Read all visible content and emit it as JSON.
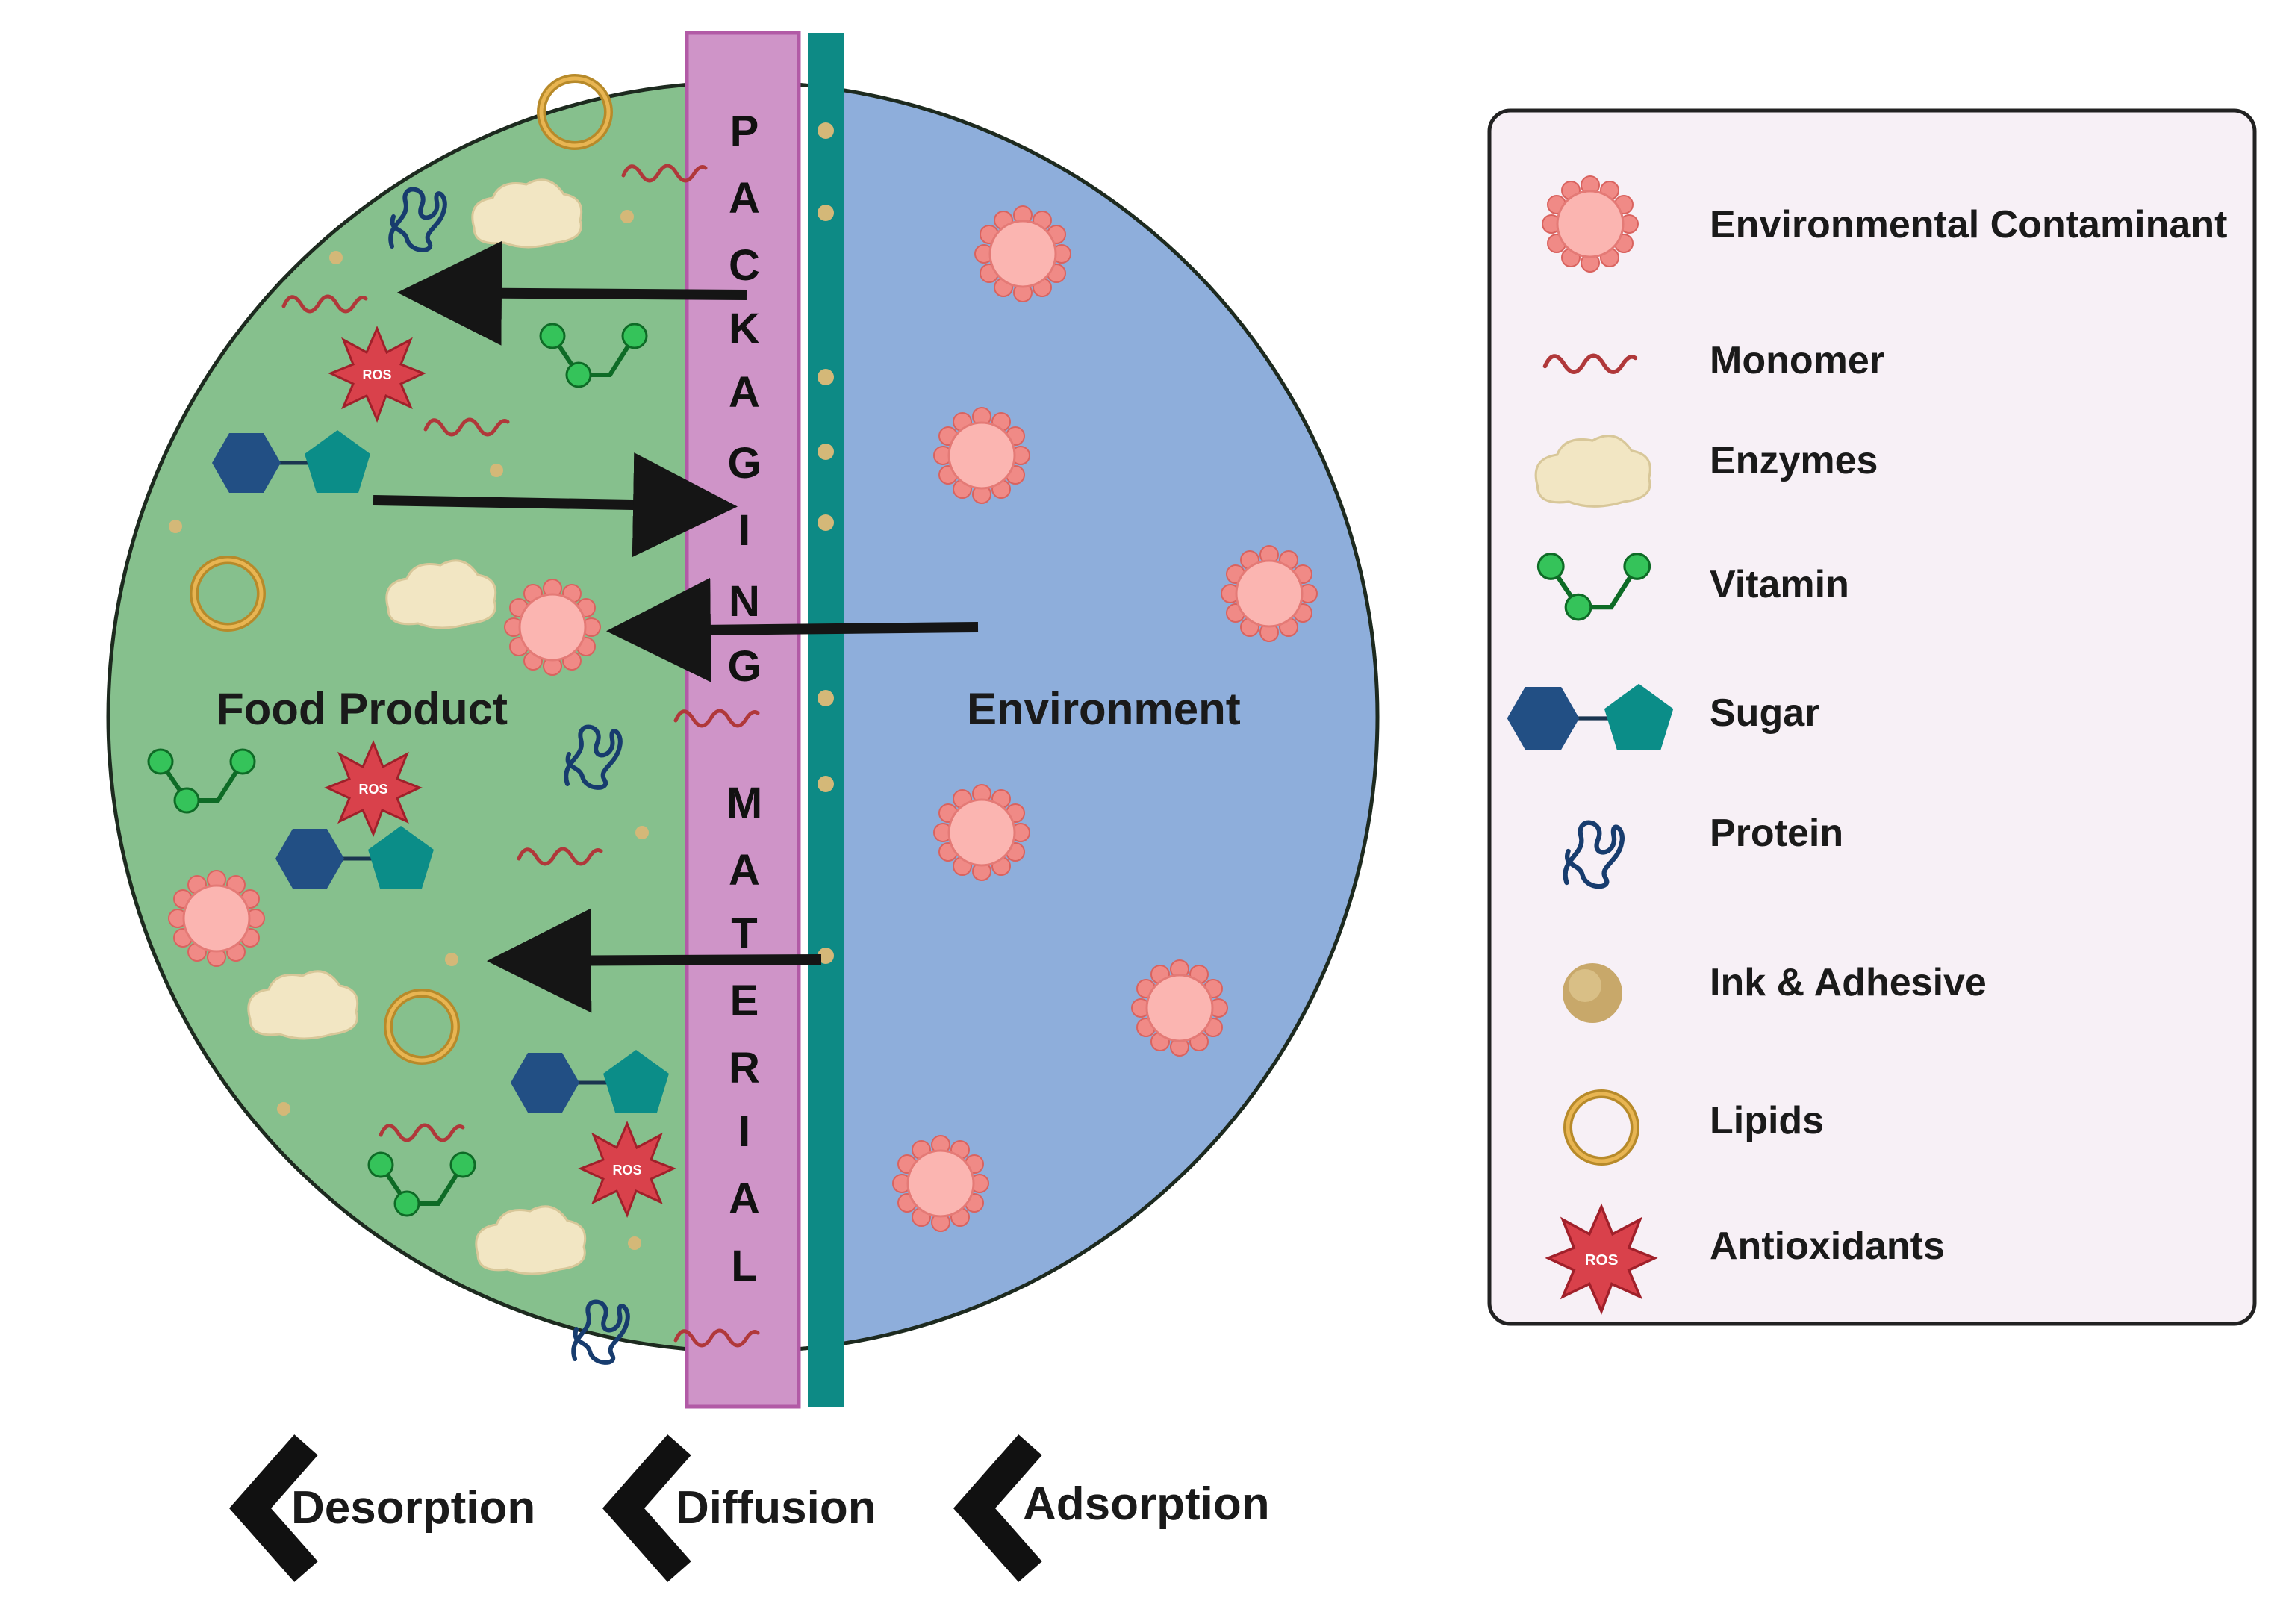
{
  "regions": {
    "food": "Food Product",
    "environment": "Environment",
    "packaging_letters": [
      "P",
      "A",
      "C",
      "K",
      "A",
      "G",
      "I",
      "N",
      "G",
      "M",
      "A",
      "T",
      "E",
      "R",
      "I",
      "A",
      "L"
    ]
  },
  "processes": [
    "Desorption",
    "Diffusion",
    "Adsorption"
  ],
  "legend": [
    {
      "label": "Environmental Contaminant",
      "icon": "contaminant-icon"
    },
    {
      "label": "Monomer",
      "icon": "monomer-icon"
    },
    {
      "label": "Enzymes",
      "icon": "enzyme-icon"
    },
    {
      "label": "Vitamin",
      "icon": "vitamin-icon"
    },
    {
      "label": "Sugar",
      "icon": "sugar-icon"
    },
    {
      "label": "Protein",
      "icon": "protein-icon"
    },
    {
      "label": "Ink & Adhesive",
      "icon": "ink-adhesive-icon"
    },
    {
      "label": "Lipids",
      "icon": "lipid-icon"
    },
    {
      "label": "Antioxidants",
      "icon": "antioxidant-icon"
    }
  ],
  "antioxidant_badge": "ROS",
  "colors": {
    "food": "#86c08d",
    "environment": "#8eaedb",
    "packaging": "#cf94c8",
    "barrier": "#0d8a85",
    "contaminant": "#f6a4a0",
    "arrow": "#151515",
    "legend_bg": "#f7f0f6"
  }
}
